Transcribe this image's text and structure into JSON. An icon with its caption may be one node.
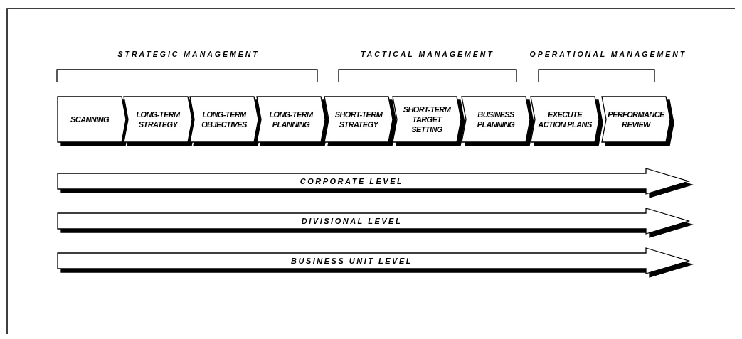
{
  "diagram": {
    "nodes": [
      {
        "text": [
          "SCANNING"
        ]
      },
      {
        "text": [
          "LONG-TERM STRATEGY"
        ]
      },
      {
        "text": [
          "LONG-TERM OBJECTIVES"
        ]
      },
      {
        "text": [
          "LONG-TERM PLANNING"
        ]
      },
      {
        "text": [
          "SHORT-TERM STRATEGY"
        ]
      },
      {
        "text": [
          "SHORT-TERM TARGET SETTING"
        ]
      },
      {
        "text": [
          "BUSINESS PLANNING"
        ]
      },
      {
        "text": [
          "EXECUTE ACTION PLANS"
        ]
      },
      {
        "text": [
          "PERFORMANCE REVIEW"
        ]
      },
      {
        "text": [
          "CORPORATE LEVEL"
        ]
      },
      {
        "text": [
          "DIVISIONAL LEVEL"
        ]
      },
      {
        "text": [
          "BUSINESS UNIT LEVEL"
        ]
      }
    ],
    "labels": [
      "STRATEGIC MANAGEMENT",
      "TACTICAL MANAGEMENT",
      "OPERATIONAL MANAGEMENT"
    ]
  }
}
